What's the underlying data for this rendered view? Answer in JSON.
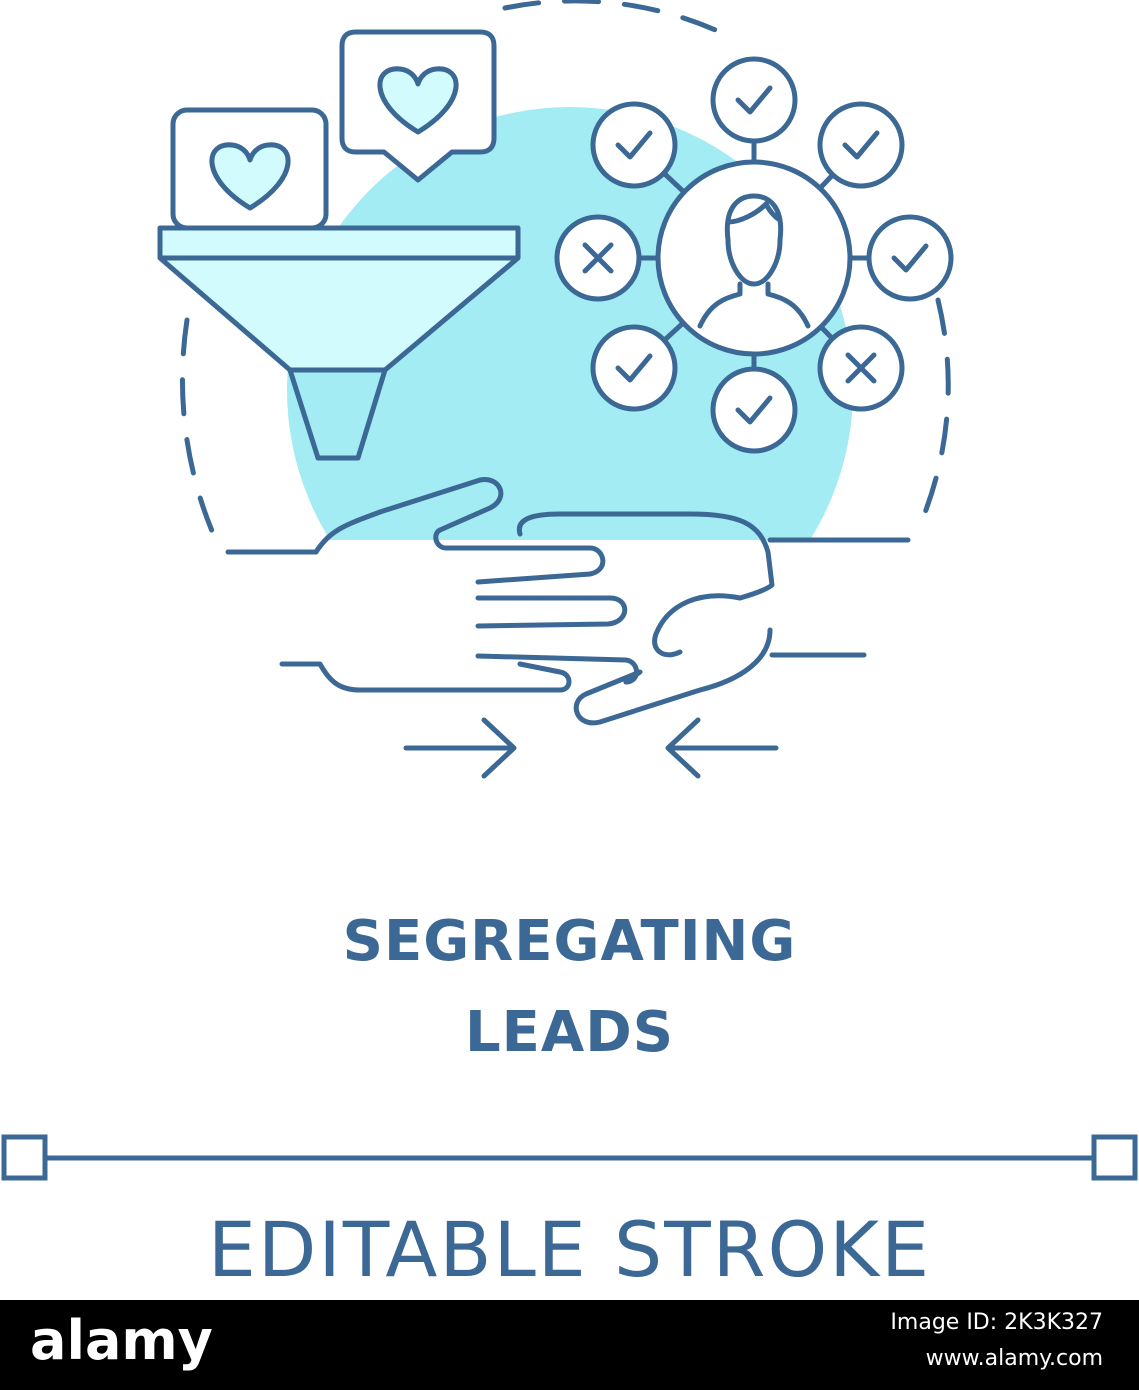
{
  "title": {
    "line1": "SEGREGATING",
    "line2": "LEADS"
  },
  "stroke_label": "EDITABLE STROKE",
  "footer": {
    "brand": "alamy",
    "image_id": "Image ID: 2K3K327",
    "url": "www.alamy.com"
  },
  "colors": {
    "stroke": "#3b6894",
    "accent_fill": "#a3ecf3",
    "light_fill": "#d2fbfd",
    "background": "#ffffff",
    "footer": "#000000"
  },
  "icons": [
    "funnel-icon",
    "heart-bubble-icon",
    "person-network-icon",
    "check-circle-icon",
    "cross-circle-icon",
    "handshake-icon",
    "arrow-right-icon",
    "arrow-left-icon"
  ]
}
